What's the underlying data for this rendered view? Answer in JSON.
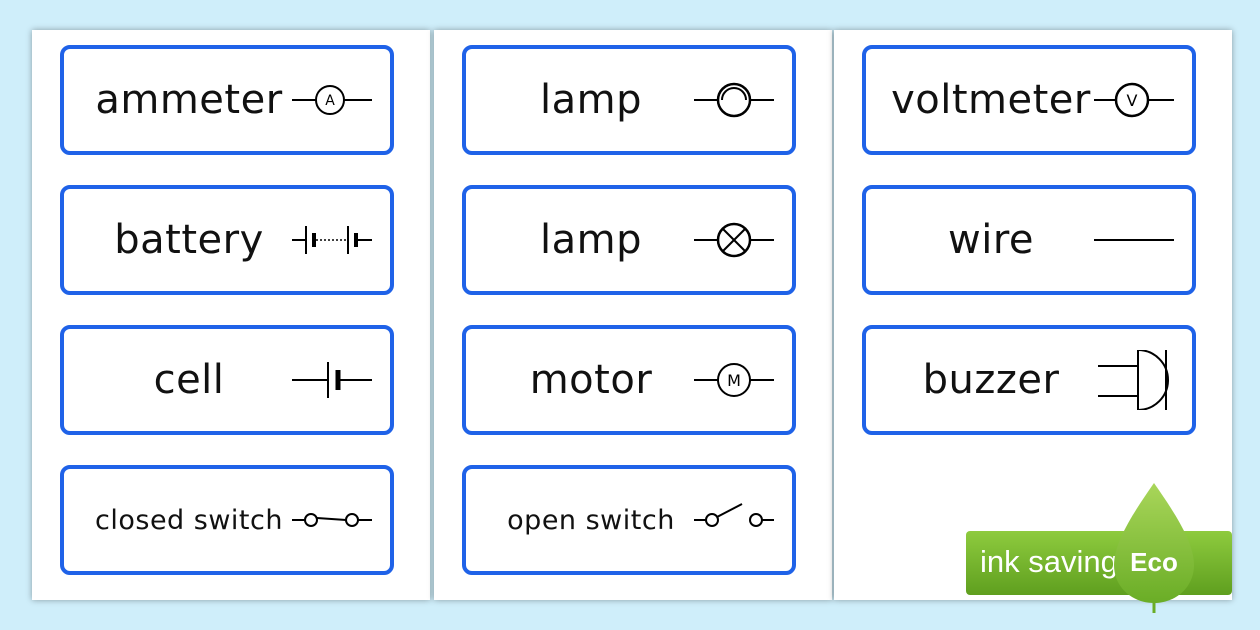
{
  "columns": [
    {
      "cards": [
        {
          "label": "ammeter",
          "symbol": "ammeter-symbol",
          "symbol_letter": "A"
        },
        {
          "label": "battery",
          "symbol": "battery-symbol"
        },
        {
          "label": "cell",
          "symbol": "cell-symbol"
        },
        {
          "label": "closed switch",
          "symbol": "closed-switch-symbol"
        }
      ]
    },
    {
      "cards": [
        {
          "label": "lamp",
          "symbol": "lamp-symbol"
        },
        {
          "label": "lamp",
          "symbol": "lamp-cross-symbol"
        },
        {
          "label": "motor",
          "symbol": "motor-symbol",
          "symbol_letter": "M"
        },
        {
          "label": "open switch",
          "symbol": "open-switch-symbol"
        }
      ]
    },
    {
      "cards": [
        {
          "label": "voltmeter",
          "symbol": "voltmeter-symbol",
          "symbol_letter": "V"
        },
        {
          "label": "wire",
          "symbol": "wire-symbol"
        },
        {
          "label": "buzzer",
          "symbol": "buzzer-symbol"
        }
      ]
    }
  ],
  "badge": {
    "text": "ink saving",
    "leaf_text": "Eco"
  },
  "colors": {
    "card_border": "#1f62e8",
    "background": "#cfeefa",
    "badge_green": "#76b82a"
  }
}
